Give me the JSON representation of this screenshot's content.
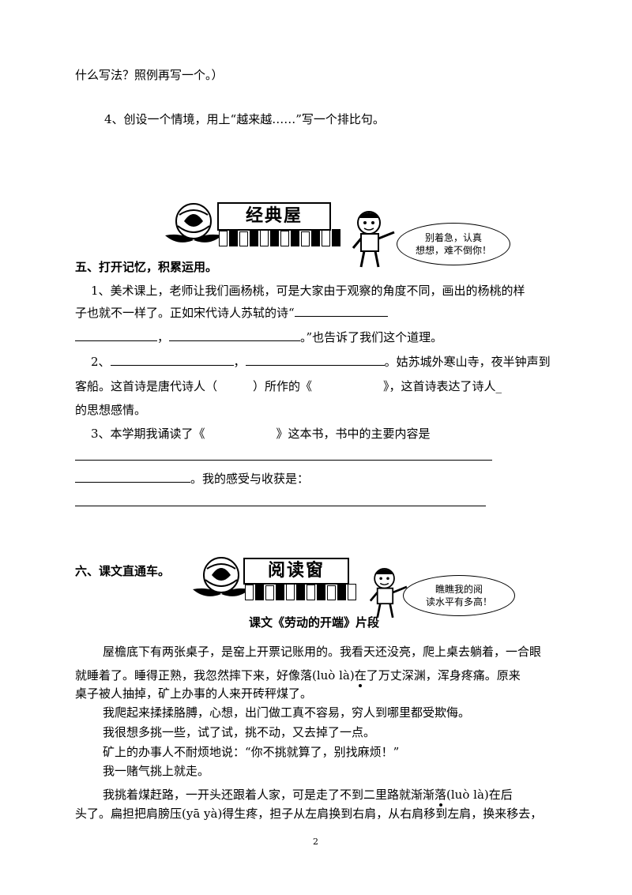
{
  "top": {
    "line1": "什么写法？照例再写一个。）",
    "q4": "4、创设一个情境，用上“越来越……”写一个排比句。"
  },
  "banner1": {
    "title": "经典屋",
    "bubble_line1": "别着急，认真",
    "bubble_line2": "想想，难不倒你！"
  },
  "s5": {
    "heading": "五、打开记忆，积累运用。",
    "q1_line1": "1、美术课上，老师让我们画杨桃，可是大家由于观察的角度不同，画出的杨桃的样",
    "q1_line2a": "子也就不一样了。正如宋代诗人苏轼的诗“",
    "q1_line3a": "，",
    "q1_line3b": "。”也告诉了我们这个道理。",
    "q2_a": "2、",
    "q2_b": "，",
    "q2_c": "。姑苏城外寒山寺，夜半钟声到",
    "q2_line2": "客船。这首诗是唐代诗人（　　　）所作的《　　　　　　》，这首诗表达了诗人_",
    "q2_line3": "的思想感情。",
    "q3_a": "3、本学期我诵读了《　　　　　　》这本书，书中的主要内容是",
    "q3_line3": "。我的感受与收获是："
  },
  "s6": {
    "heading": "六、课文直通车。"
  },
  "banner2": {
    "title": "阅读窗",
    "bubble_line1": "瞧瞧我的阅",
    "bubble_line2": "读水平有多高！"
  },
  "reading": {
    "title": "课文《劳动的开端》片段",
    "p1_l1": "屋檐底下有两张桌子，是窑上开票记账用的。我看天还没亮，爬上桌去躺着，一合眼",
    "p1_l2a": "就睡着了。睡得正熟，我忽然摔下来，好像落(luò là)",
    "p1_l2dot": "在",
    "p1_l2b": "了万丈深渊，浑身疼痛。原来",
    "p1_l3": "桌子被人抽掉，矿上办事的人来开砖秤煤了。",
    "p2": "我爬起来揉揉胳膊，心想，出门做工真不容易，穷人到哪里都受欺侮。",
    "p3": "我很想多挑一些，试了试，挑不动，又去掉了一点。",
    "p4": "矿上的办事人不耐烦地说：“你不挑就算了，别找麻烦！”",
    "p5": "我一赌气挑上就走。",
    "p6_l1a": "我挑着煤赶路，一开头还跟着人家，可是走了不到二里路就渐渐",
    "p6_l1dot": "落",
    "p6_l1b": "(luò là)在后",
    "p6_l2": "头了。扁担把肩膀压(yā yà)得生疼，担子从左肩换到右肩，从右肩移到左肩，换来移去，"
  },
  "page_number": "2"
}
